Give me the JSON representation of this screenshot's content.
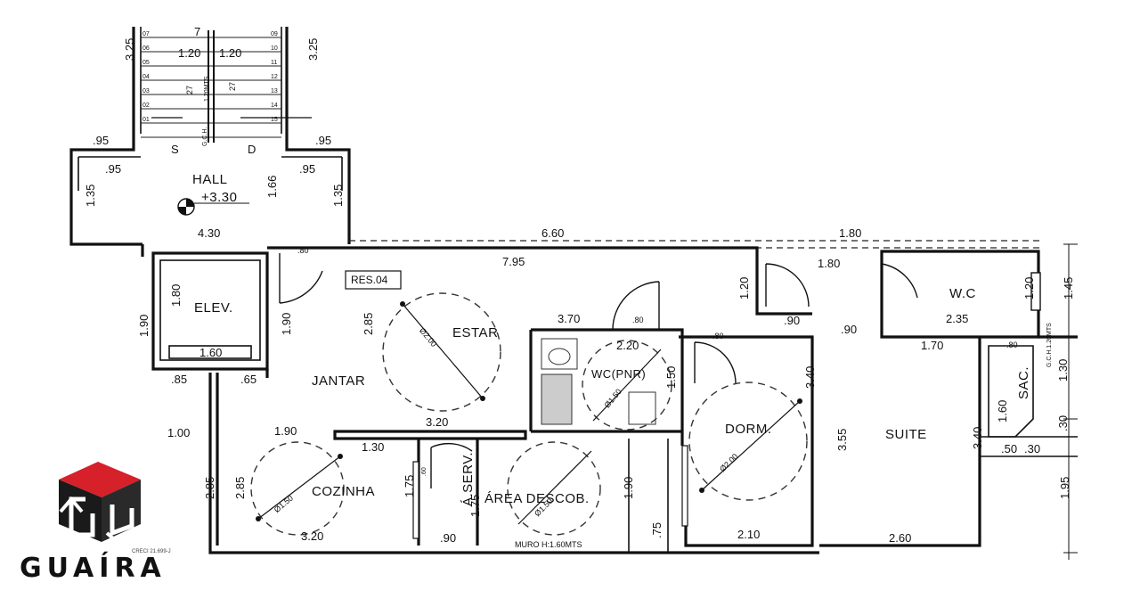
{
  "rooms": {
    "hall": "HALL",
    "hall_level": "+3.30",
    "elev": "ELEV.",
    "jantar": "JANTAR",
    "estar": "ESTAR",
    "wc_pnr": "WC(PNR)",
    "dorm": "DORM.",
    "suite": "SUITE",
    "wc": "W.C",
    "sac": "SAC.",
    "cozinha": "COZINHA",
    "a_serv": "Á.SERV.",
    "area_descob": "ÁREA DESCOB.",
    "res": "RES.04"
  },
  "dims": {
    "d_325_left": "3.25",
    "d_325_right": "3.25",
    "d_120_a": "1.20",
    "d_120_b": "1.20",
    "d_095_1": ".95",
    "d_095_2": ".95",
    "d_095_3": ".95",
    "d_095_4": ".95",
    "d_135_left": "1.35",
    "d_135_right": "1.35",
    "d_166": "1.66",
    "d_430": "4.30",
    "d_660": "6.60",
    "d_180_top": "1.80",
    "d_080_a": ".80",
    "d_795": "7.95",
    "d_180_b": "1.80",
    "d_120_c": "1.20",
    "d_120_d": "1.20",
    "d_145": "1.45",
    "d_180_elev": "1.80",
    "d_190_left": "1.90",
    "d_190_mid": "1.90",
    "d_285_a": "2.85",
    "d_370": "3.70",
    "d_080_b": ".80",
    "d_220": "2.20",
    "d_090_a": ".90",
    "d_090_b": ".90",
    "d_235": "2.35",
    "d_170": "1.70",
    "d_080_c": ".80",
    "d_080_d": ".80",
    "d_160_elev": "1.60",
    "d_085": ".85",
    "d_065": ".65",
    "d_150": "1.50",
    "d_340_a": "3.40",
    "d_130": "1.30",
    "d_100": "1.00",
    "d_190_coz": "1.90",
    "d_320_a": "3.20",
    "d_130_b": "1.30",
    "d_355": "3.55",
    "d_340_b": "3.40",
    "d_160_b": "1.60",
    "d_050": ".50",
    "d_030": ".30",
    "d_030_b": ".30",
    "d_195": "1.95",
    "d_285_b": "2.85",
    "d_285_c": "2.85",
    "d_175": "1.75",
    "d_175_b": "1.75",
    "d_190_area": "1.90",
    "d_320_b": "3.20",
    "d_090_c": ".90",
    "d_075": ".75",
    "d_210": "2.10",
    "d_260": "2.60",
    "d_g": "G",
    "d_s": "S",
    "d_d": "D",
    "d_7": "7",
    "d_27_a": "27",
    "d_27_b": "27",
    "d_120mts": "1.20MTS",
    "d_gc": "G.C.H.",
    "d_060": ".60"
  },
  "circles": {
    "estar": "Ø2.00",
    "wc": "Ø1.50",
    "dorm": "Ø2.00",
    "cozinha": "Ø1.50",
    "area": "Ø1.50"
  },
  "notes": {
    "muro": "MURO H:1.60MTS",
    "gc_suite": "G.C.H.",
    "gc_sac": "G.C.H.1.20MTS"
  },
  "stairs": [
    "07",
    "06",
    "05",
    "04",
    "03",
    "02",
    "01"
  ],
  "stairs_right": [
    "09",
    "10",
    "11",
    "12",
    "13",
    "14",
    "15"
  ],
  "logo": {
    "name": "GUAÍRA",
    "creci": "CRECI 21.699-J",
    "red": "#d6202a",
    "dark": "#1a1a1a"
  }
}
